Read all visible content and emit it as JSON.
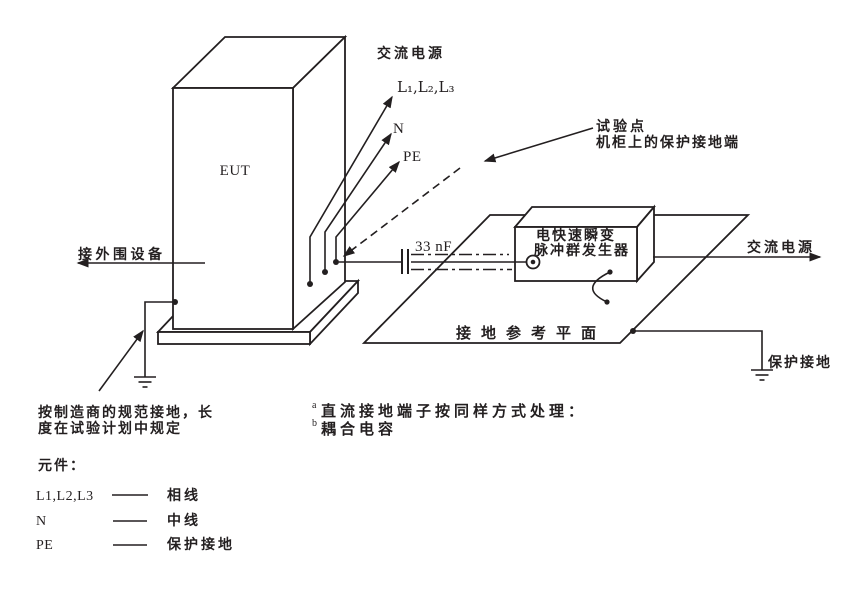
{
  "colors": {
    "ink": "#231f20",
    "background": "#ffffff"
  },
  "labels": {
    "ac_supply_top": "交流电源",
    "phase_lines": "L₁,L₂,L₃",
    "neutral_line": "N",
    "pe_line": "PE",
    "eut": "EUT",
    "peripherals": "接外围设备",
    "test_point_line1": "试验点",
    "test_point_line2": "机柜上的保护接地端",
    "capacitor_value": "33 nF",
    "generator_line1": "电快速瞬变",
    "generator_line2": "脉冲群发生器",
    "ac_supply_right": "交流电源",
    "ground_plane": "接地参考平面",
    "protective_earth": "保护接地"
  },
  "notes": {
    "grounding_line1": "按制造商的规范接地，长",
    "grounding_line2": "度在试验计划中规定",
    "footnote_a_marker": "a",
    "footnote_a_text": "直流接地端子按同样方式处理：",
    "footnote_b_marker": "b",
    "footnote_b_text": "耦合电容"
  },
  "legend": {
    "title": "元件：",
    "items": [
      {
        "symbol": "L1,L2,L3",
        "meaning": "相线"
      },
      {
        "symbol": "N",
        "meaning": "中线"
      },
      {
        "symbol": "PE",
        "meaning": "保护接地"
      }
    ]
  }
}
